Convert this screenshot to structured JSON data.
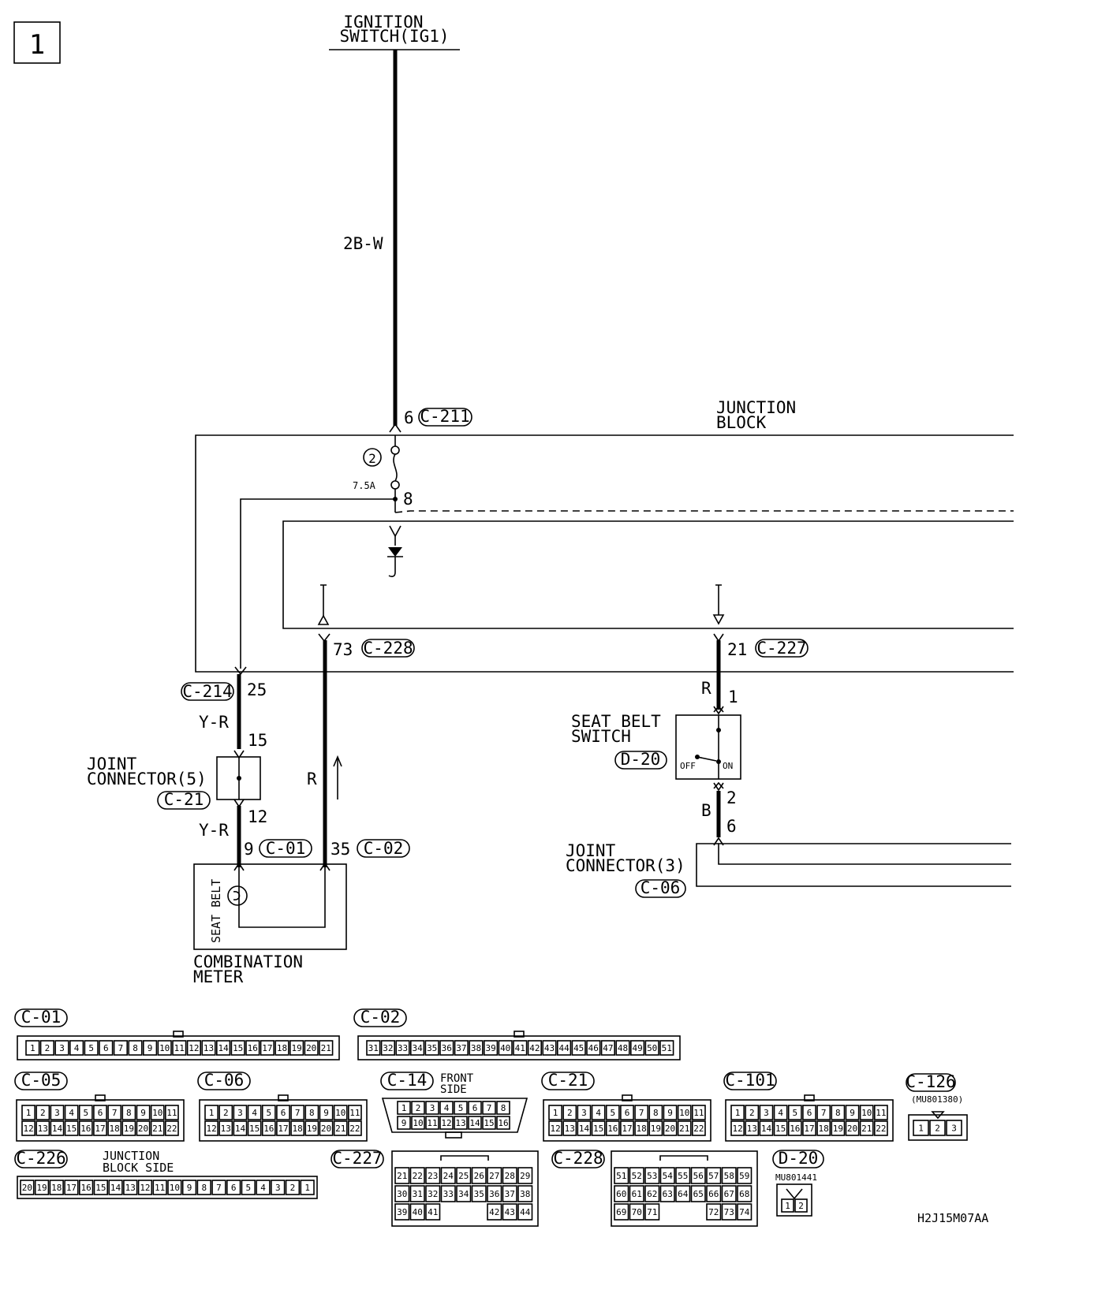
{
  "page_number": "1",
  "source": {
    "line1": "IGNITION",
    "line2": "SWITCH(IG1)"
  },
  "wire_main": "2B-W",
  "junction_block": {
    "line1": "JUNCTION",
    "line2": "BLOCK"
  },
  "fuse": {
    "number": "2",
    "rating": "7.5A"
  },
  "pins": {
    "p6": "6",
    "p8": "8",
    "p73": "73",
    "p21": "21",
    "p25": "25",
    "p15": "15",
    "p12": "12",
    "p9": "9",
    "p35": "35",
    "p1": "1",
    "p2": "2",
    "p6b": "6"
  },
  "connectors": {
    "c211": "C-211",
    "c228": "C-228",
    "c227": "C-227",
    "c214": "C-214",
    "c21": "C-21",
    "c01": "C-01",
    "c02": "C-02",
    "d20": "D-20",
    "c06": "C-06"
  },
  "wires": {
    "yr1": "Y-R",
    "yr2": "Y-R",
    "r_left": "R",
    "r_right": "R",
    "b": "B"
  },
  "joint5": {
    "line1": "JOINT",
    "line2": "CONNECTOR(5)"
  },
  "joint3": {
    "line1": "JOINT",
    "line2": "CONNECTOR(3)"
  },
  "seatbelt_switch": {
    "line1": "SEAT BELT",
    "line2": "SWITCH",
    "off": "OFF",
    "on": "ON"
  },
  "meter": {
    "line1": "COMBINATION",
    "line2": "METER",
    "lamp": "SEAT BELT"
  },
  "legend": {
    "c01": {
      "id": "C-01",
      "pins": [
        "1",
        "2",
        "3",
        "4",
        "5",
        "6",
        "7",
        "8",
        "9",
        "10",
        "11",
        "12",
        "13",
        "14",
        "15",
        "16",
        "17",
        "18",
        "19",
        "20",
        "21"
      ]
    },
    "c02": {
      "id": "C-02",
      "pins": [
        "31",
        "32",
        "33",
        "34",
        "35",
        "36",
        "37",
        "38",
        "39",
        "40",
        "41",
        "42",
        "43",
        "44",
        "45",
        "46",
        "47",
        "48",
        "49",
        "50",
        "51"
      ]
    },
    "c05": {
      "id": "C-05",
      "row1": [
        "1",
        "2",
        "3",
        "4",
        "5",
        "6",
        "7",
        "8",
        "9",
        "10",
        "11"
      ],
      "row2": [
        "12",
        "13",
        "14",
        "15",
        "16",
        "17",
        "18",
        "19",
        "20",
        "21",
        "22"
      ]
    },
    "c06": {
      "id": "C-06",
      "row1": [
        "1",
        "2",
        "3",
        "4",
        "5",
        "6",
        "7",
        "8",
        "9",
        "10",
        "11"
      ],
      "row2": [
        "12",
        "13",
        "14",
        "15",
        "16",
        "17",
        "18",
        "19",
        "20",
        "21",
        "22"
      ]
    },
    "c14": {
      "id": "C-14",
      "title1": "FRONT",
      "title2": "SIDE",
      "row1": [
        "1",
        "2",
        "3",
        "4",
        "5",
        "6",
        "7",
        "8"
      ],
      "row2": [
        "9",
        "10",
        "11",
        "12",
        "13",
        "14",
        "15",
        "16"
      ]
    },
    "c21": {
      "id": "C-21",
      "row1": [
        "1",
        "2",
        "3",
        "4",
        "5",
        "6",
        "7",
        "8",
        "9",
        "10",
        "11"
      ],
      "row2": [
        "12",
        "13",
        "14",
        "15",
        "16",
        "17",
        "18",
        "19",
        "20",
        "21",
        "22"
      ]
    },
    "c101": {
      "id": "C-101",
      "row1": [
        "1",
        "2",
        "3",
        "4",
        "5",
        "6",
        "7",
        "8",
        "9",
        "10",
        "11"
      ],
      "row2": [
        "12",
        "13",
        "14",
        "15",
        "16",
        "17",
        "18",
        "19",
        "20",
        "21",
        "22"
      ]
    },
    "c126": {
      "id": "C-126",
      "part": "(MU801380)",
      "pins": [
        "1",
        "2",
        "3"
      ]
    },
    "c226": {
      "id": "C-226",
      "title1": "JUNCTION",
      "title2": "BLOCK SIDE",
      "pins": [
        "20",
        "19",
        "18",
        "17",
        "16",
        "15",
        "14",
        "13",
        "12",
        "11",
        "10",
        "9",
        "8",
        "7",
        "6",
        "5",
        "4",
        "3",
        "2",
        "1"
      ]
    },
    "c227": {
      "id": "C-227",
      "row1": [
        "21",
        "22",
        "23",
        "24",
        "25",
        "26",
        "27",
        "28",
        "29"
      ],
      "row2": [
        "30",
        "31",
        "32",
        "33",
        "34",
        "35",
        "36",
        "37",
        "38"
      ],
      "row3": [
        "39",
        "40",
        "41",
        "",
        "",
        "",
        "42",
        "43",
        "44"
      ]
    },
    "c228": {
      "id": "C-228",
      "row1": [
        "51",
        "52",
        "53",
        "54",
        "55",
        "56",
        "57",
        "58",
        "59"
      ],
      "row2": [
        "60",
        "61",
        "62",
        "63",
        "64",
        "65",
        "66",
        "67",
        "68"
      ],
      "row3": [
        "69",
        "70",
        "71",
        "",
        "",
        "",
        "72",
        "73",
        "74"
      ]
    },
    "d20": {
      "id": "D-20",
      "part": "MU801441",
      "pins": [
        "1",
        "2"
      ]
    }
  },
  "code": "H2J15M07AA"
}
